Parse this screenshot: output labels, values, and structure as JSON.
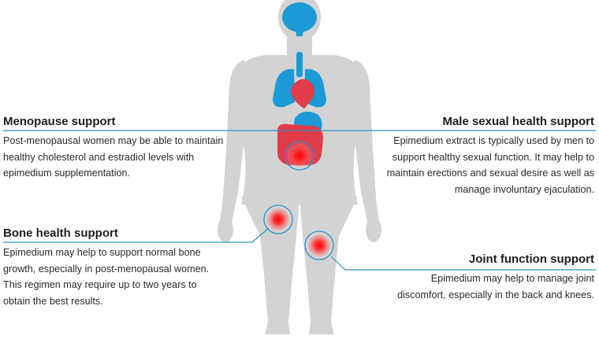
{
  "colors": {
    "body_silhouette": "#d3d3d3",
    "brain": "#1b9ad6",
    "lungs": "#1b9ad6",
    "trachea": "#1b9ad6",
    "heart": "#e03c4a",
    "stomach": "#1b9ad6",
    "intestines": "#e03c4a",
    "hotspot": "#ff1a1a",
    "leader_line": "#2b93c9",
    "text": "#222222"
  },
  "callouts": {
    "menopause": {
      "title": "Menopause support",
      "text": "Post-menopausal women may be able to maintain healthy cholesterol and estradiol levels with epimedium supplementation."
    },
    "bone": {
      "title": "Bone health support",
      "text": "Epimedium may help to support normal bone growth, especially in post-menopausal women. This regimen may require up to two years to obtain the best results."
    },
    "male": {
      "title": "Male sexual health support",
      "text": "Epimedium extract is typically used by men to support healthy sexual function. It may help to maintain erections and sexual desire as well as manage involuntary ejaculation."
    },
    "joint": {
      "title": "Joint function support",
      "text": "Epimedium may help to manage joint discomfort, especially in the back and knees."
    }
  }
}
